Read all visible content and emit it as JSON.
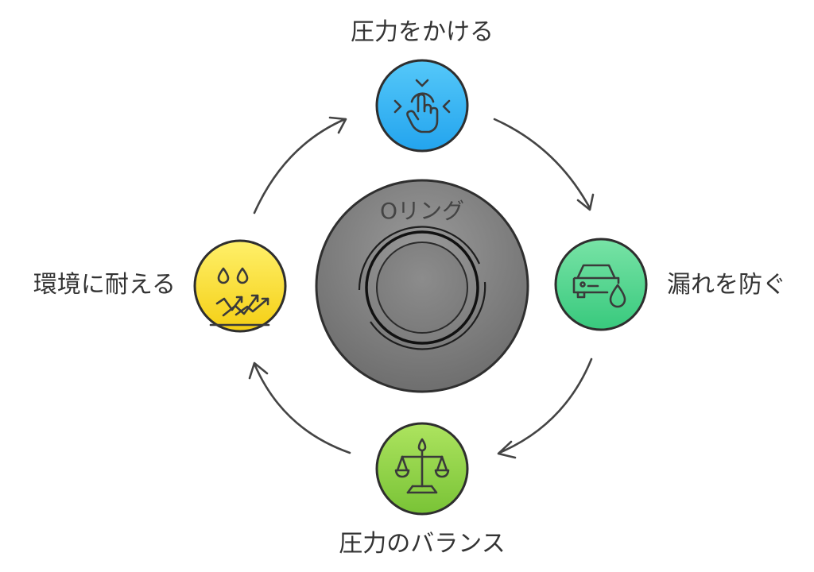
{
  "center": {
    "label": "Oリング",
    "fill_colors": [
      "#8f8f8f",
      "#6f6f6f"
    ]
  },
  "nodes": [
    {
      "id": "apply-pressure",
      "label": "圧力をかける",
      "icon": "press-hand-icon",
      "color_top": "#4fc3f7",
      "color_bottom": "#29a9f0"
    },
    {
      "id": "prevent-leaks",
      "label": "漏れを防ぐ",
      "icon": "car-drop-icon",
      "color_top": "#6fe0a0",
      "color_bottom": "#3fcf83"
    },
    {
      "id": "pressure-balance",
      "label": "圧力のバランス",
      "icon": "balance-scale-icon",
      "color_top": "#a7e05a",
      "color_bottom": "#7dc73a"
    },
    {
      "id": "withstand-environment",
      "label": "環境に耐える",
      "icon": "drops-trend-icon",
      "color_top": "#ffe95a",
      "color_bottom": "#f5d21e"
    }
  ],
  "flow": "clockwise"
}
